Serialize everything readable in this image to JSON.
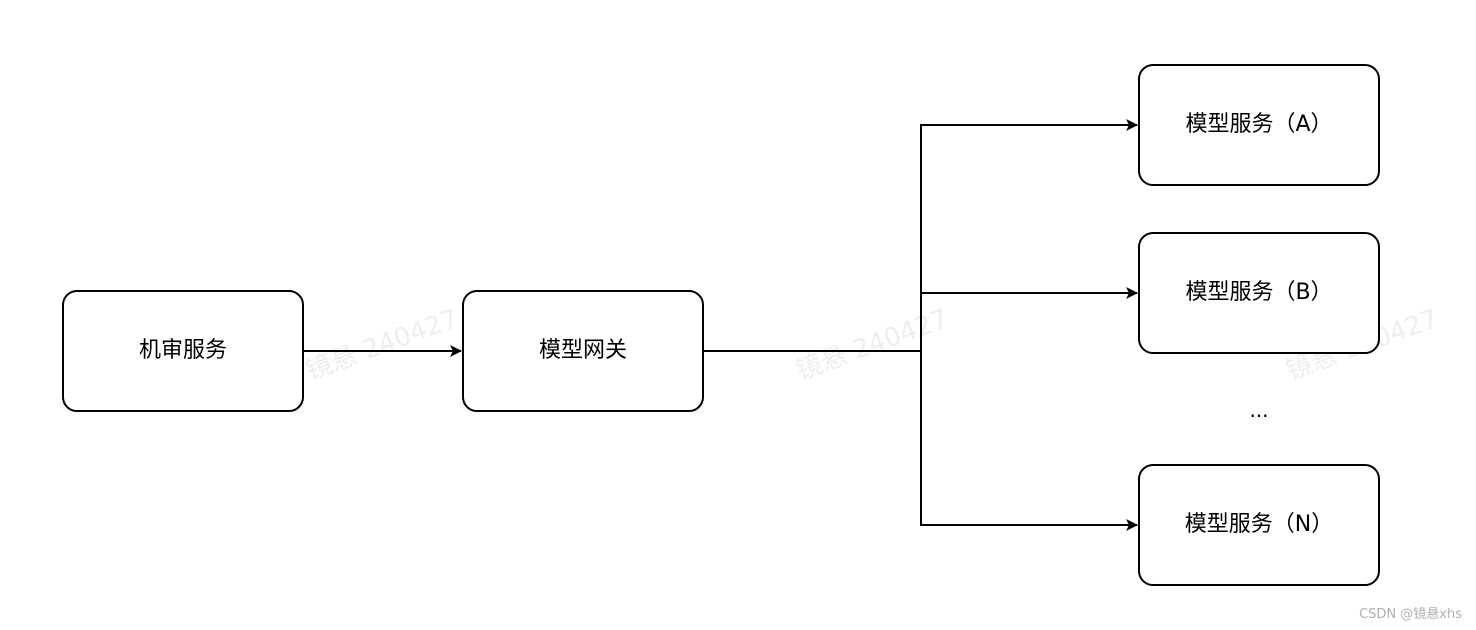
{
  "nodes": {
    "audit_service": "机审服务",
    "model_gateway": "模型网关",
    "model_service_a": "模型服务（A）",
    "model_service_b": "模型服务（B）",
    "model_service_n": "模型服务（N）"
  },
  "ellipsis": "...",
  "watermark": "镜悬 240427",
  "footer": "CSDN @镜悬xhs",
  "colors": {
    "stroke": "#000000",
    "background": "#ffffff"
  }
}
